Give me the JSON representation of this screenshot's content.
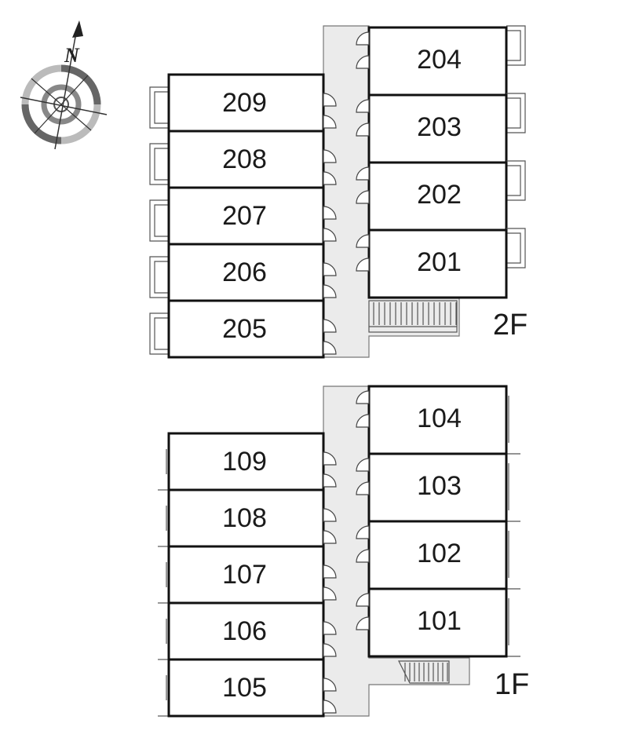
{
  "compass": {
    "label": "N"
  },
  "floors": [
    {
      "id": "2f",
      "label": "2F",
      "left_units": [
        "209",
        "208",
        "207",
        "206",
        "205"
      ],
      "right_units": [
        "204",
        "203",
        "202",
        "201"
      ]
    },
    {
      "id": "1f",
      "label": "1F",
      "left_units": [
        "109",
        "108",
        "107",
        "106",
        "105"
      ],
      "right_units": [
        "104",
        "103",
        "102",
        "101"
      ]
    }
  ]
}
